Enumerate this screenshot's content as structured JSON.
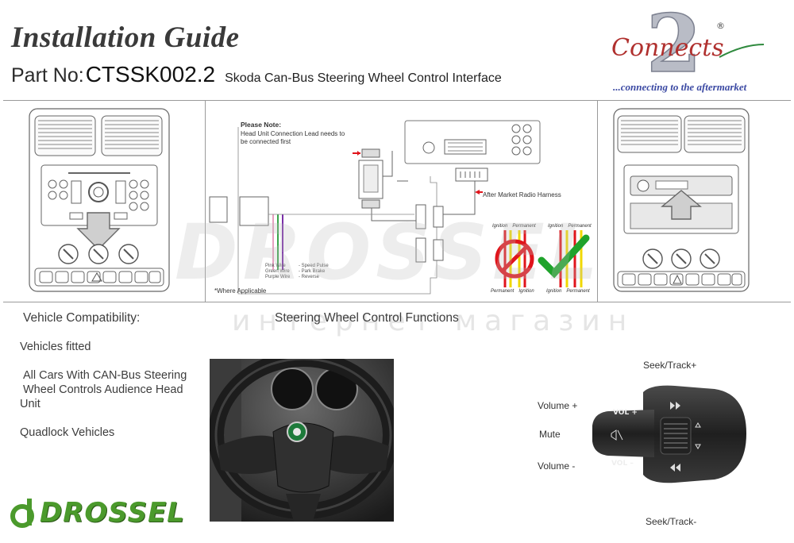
{
  "header": {
    "title": "Installation Guide",
    "part_label": "Part No:",
    "part_number": "CTSSK002.2",
    "part_description": "Skoda Can-Bus Steering Wheel Control Interface",
    "brand_name": "Connects",
    "brand_number": "2",
    "brand_registered": "®",
    "brand_tagline": "...connecting to the aftermarket"
  },
  "wiring": {
    "note_title": "Please Note:",
    "note_text_1": "Head Unit Connection Lead needs to",
    "note_text_2": "be connected first",
    "harness_label": "After Market Radio Harness",
    "where_applicable": "*Where Applicable",
    "wire_labels": [
      "Pink Wire",
      "Green Wire",
      "Purple Wire"
    ],
    "wire_functions": [
      "- Speed Pulse",
      "- Park Brake",
      "- Reverse"
    ],
    "ignition_labels": {
      "ignition": "Ignition",
      "permanent": "Permanent"
    }
  },
  "compat": {
    "heading": "Vehicle Compatibility:",
    "fitted_label": "Vehicles fitted",
    "line_1": "All Cars With CAN-Bus Steering",
    "line_2": "Wheel Controls Audience Head",
    "line_3": "Unit",
    "quadlock": "Quadlock Vehicles"
  },
  "functions": {
    "heading": "Steering Wheel Control Functions",
    "seek_up": "Seek/Track+",
    "volume_up": "Volume +",
    "mute": "Mute",
    "volume_down": "Volume -",
    "seek_down": "Seek/Track-",
    "stalk_vol_up": "VOL +",
    "stalk_vol_down": "VOL –"
  },
  "watermark": {
    "logo_text": "DROSSEL",
    "ru_text": "интернет магазин"
  },
  "colors": {
    "brand_blue": "#3b49a3",
    "drossel_green": "#4b9a2c",
    "prohibited_red": "#e0141b",
    "ok_green": "#1fa32b",
    "wire_yellow": "#f0d800"
  }
}
